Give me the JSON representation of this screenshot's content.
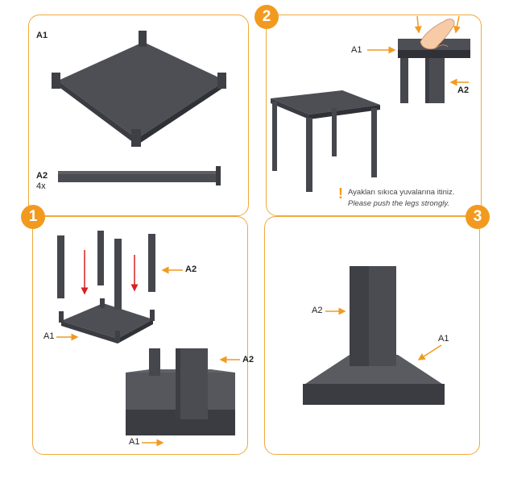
{
  "steps": {
    "step1": "1",
    "step2": "2",
    "step3": "3"
  },
  "parts": {
    "a1_title": "A1",
    "a2_title": "A2",
    "a2_qty": "4x"
  },
  "labels": {
    "a1": "A1",
    "a2": "A2"
  },
  "notes": {
    "tr": "Ayakları sıkıca yuvalarına itiniz.",
    "en": "Please push the legs strongly."
  },
  "colors": {
    "frame": "#f0a93a",
    "badge": "#f29a1f",
    "part": "#4a4c52",
    "arrow_orange": "#f29a1f",
    "arrow_red": "#d82020"
  }
}
